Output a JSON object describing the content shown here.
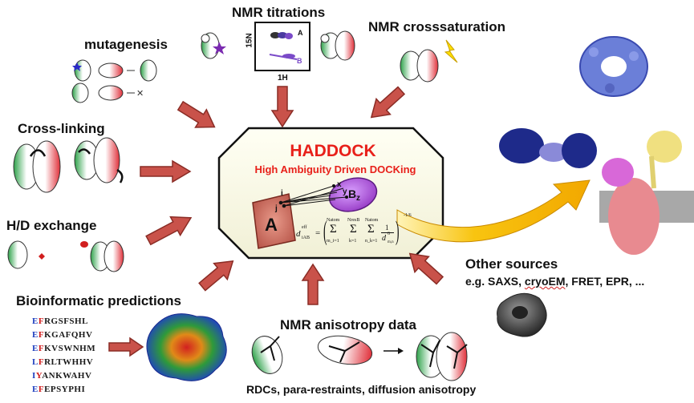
{
  "labels": {
    "nmr_titrations": "NMR titrations",
    "nmr_crosssaturation": "NMR crosssaturation",
    "mutagenesis": "mutagenesis",
    "cross_linking": "Cross-linking",
    "hd_exchange": "H/D exchange",
    "bioinformatic": "Bioinformatic predictions",
    "nmr_anisotropy": "NMR anisotropy data",
    "anisotropy_caption": "RDCs, para-restraints, diffusion anisotropy",
    "other_sources": "Other sources",
    "other_sources_eg_prefix": "e.g. SAXS, ",
    "other_sources_eg_cryo": "cryoEM",
    "other_sources_eg_suffix": ", FRET, EPR, ..."
  },
  "haddock": {
    "title": "HADDOCK",
    "subtitle": "High Ambiguity Driven DOCKing",
    "molecule_a": "A",
    "molecule_b": "B",
    "atom_i": "i",
    "atom_j": "j",
    "atom_x": "x",
    "atom_y": "y",
    "atom_z": "z",
    "formula": {
      "lhs": "d",
      "lhs_sup": "eff",
      "lhs_sub": "iAB",
      "eq": "=",
      "sum1_top": "Natom",
      "sum1_bot": "m_i=1",
      "sum2_top": "NresB",
      "sum2_bot": "k=1",
      "sum3_top": "Natom",
      "sum3_bot": "n_k=1",
      "num": "1",
      "den": "d",
      "den_sup": "6",
      "den_sub": "m,n",
      "exp": "-1/6"
    }
  },
  "nmr_axes": {
    "y_label": "15N",
    "x_label": "1H",
    "peak_a": "A",
    "peak_b": "B"
  },
  "bioinformatic_sequences": [
    {
      "h1": "E",
      "h2": "F",
      "rest": "RGSFSHL"
    },
    {
      "h1": "E",
      "h2": "F",
      "rest": "KGAFQHV"
    },
    {
      "h1": "E",
      "h2": "F",
      "rest": "KVSWNHM"
    },
    {
      "h1": "L",
      "h2": "F",
      "rest": "RLTWHHV"
    },
    {
      "h1": "I",
      "h2": "Y",
      "rest": "ANKWAHV"
    },
    {
      "h1": "E",
      "h2": "F",
      "rest": "EPSYPHI"
    }
  ],
  "colors": {
    "arrow_fill": "#c9524a",
    "arrow_stroke": "#8a2c25",
    "octagon_fill": "#fbfbe8",
    "haddock_red": "#e8201a",
    "output_arrow": "#f2b400",
    "molecule_a": "#d9786a",
    "molecule_b": "#b070d8"
  }
}
